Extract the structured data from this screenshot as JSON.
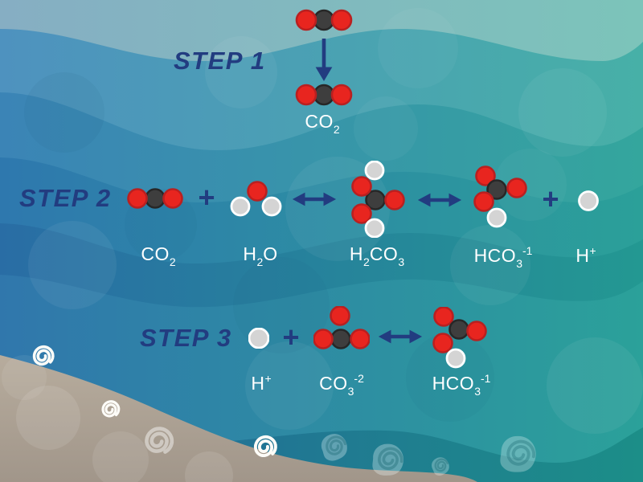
{
  "diagram": {
    "subject": "ocean carbon chemistry steps",
    "steps": [
      {
        "label": "STEP 1"
      },
      {
        "label": "STEP 2"
      },
      {
        "label": "STEP 3"
      }
    ],
    "operators": {
      "plus": "+"
    },
    "formulas": {
      "co2": {
        "main": "CO",
        "sub": "2"
      },
      "h2o": {
        "h": "H",
        "hsub": "2",
        "o": "O"
      },
      "h2co3": {
        "h": "H",
        "hsub": "2",
        "co": "CO",
        "cosub": "3"
      },
      "hco3": {
        "main": "HCO",
        "sub": "3",
        "sup": "-1"
      },
      "h_ion": {
        "main": "H",
        "sup": "+"
      },
      "co3": {
        "main": "CO",
        "sub": "3",
        "sup": "-2"
      }
    },
    "icons": {
      "spiral_shell": "white spiral swirl",
      "conch_shell": "translucent shell with spiral"
    }
  },
  "colors": {
    "oxygen": "#e8251f",
    "oxygen_ring": "#b92020",
    "carbon": "#3e3e3e",
    "carbon_ring": "#272727",
    "hydrogen": "#d4d4d4",
    "hydrogen_ring": "#ffffff",
    "arrow": "#223c80",
    "step_text": "#223c80",
    "formula_text": "#ffffff",
    "sea_light_top": "#86aec3",
    "sea_blue_left": "#2e78ae",
    "sea_teal_right": "#2ba099",
    "sea_deep_teal": "#1c8e88",
    "sand": "#b0a495",
    "shell_white": "#fdfcf8"
  }
}
